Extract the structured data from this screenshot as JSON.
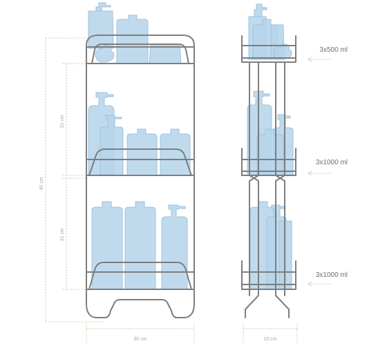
{
  "dimensions": {
    "total_height": "40 cm",
    "upper_shelf_gap": "31 cm",
    "lower_shelf_gap": "31 cm",
    "width": "30 cm",
    "depth": "15 cm"
  },
  "capacities": [
    {
      "label": "3x500 ml"
    },
    {
      "label": "3x1000 ml"
    },
    {
      "label": "3x1000 ml"
    }
  ],
  "colors": {
    "frame": "#7d7d7d",
    "bottle_fill": "#b5d3ea",
    "bottle_stroke": "#9cc2de",
    "dimension_line": "#d4c8ad",
    "text": "#6e6e6e"
  }
}
